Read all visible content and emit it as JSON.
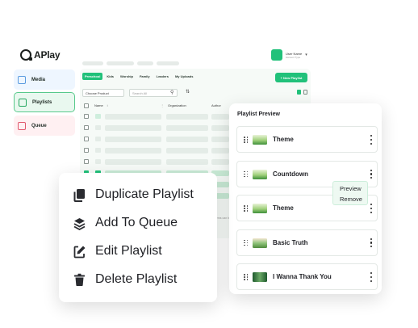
{
  "app": {
    "logo_text": "APlay",
    "user": {
      "name": "User Name",
      "subtitle": "Account Type"
    }
  },
  "sidebar": {
    "items": [
      {
        "label": "Media",
        "icon": "media-icon"
      },
      {
        "label": "Playlists",
        "icon": "playlists-icon"
      },
      {
        "label": "Queue",
        "icon": "queue-icon"
      }
    ]
  },
  "toolbar": {
    "tabs": [
      {
        "label": "Preschool",
        "active": true
      },
      {
        "label": "Kids",
        "active": false
      },
      {
        "label": "Worship",
        "active": false
      },
      {
        "label": "Family",
        "active": false
      },
      {
        "label": "Leaders",
        "active": false
      },
      {
        "label": "My Uploads",
        "active": false
      }
    ],
    "new_playlist_label": "+ New Playlist",
    "product_select_value": "Choose Product",
    "search_placeholder": "Search All"
  },
  "table": {
    "headers": {
      "name": "Name",
      "organization": "Organization",
      "author": "Author"
    },
    "checked_rows": [
      false,
      false,
      false,
      false,
      false,
      true,
      true,
      true
    ],
    "footnote": "Items can be..."
  },
  "context_menu": {
    "items": [
      {
        "label": "Duplicate Playlist",
        "icon": "duplicate-icon"
      },
      {
        "label": "Add To Queue",
        "icon": "add-to-queue-icon"
      },
      {
        "label": "Edit Playlist",
        "icon": "edit-icon"
      },
      {
        "label": "Delete Playlist",
        "icon": "trash-icon"
      }
    ]
  },
  "playlist_preview": {
    "title": "Playlist Preview",
    "items": [
      {
        "label": "Theme",
        "thumb": "theme"
      },
      {
        "label": "Countdown",
        "thumb": "theme"
      },
      {
        "label": "Theme",
        "thumb": "theme"
      },
      {
        "label": "Basic Truth",
        "thumb": "basic-truth"
      },
      {
        "label": "I Wanna Thank You",
        "thumb": "forest"
      }
    ],
    "popover": {
      "preview_label": "Preview",
      "remove_label": "Remove"
    }
  },
  "colors": {
    "accent": "#21c17a",
    "accent_light": "#e9f8ef",
    "media_tint": "#eef6ff",
    "queue_tint": "#fff0f2"
  }
}
